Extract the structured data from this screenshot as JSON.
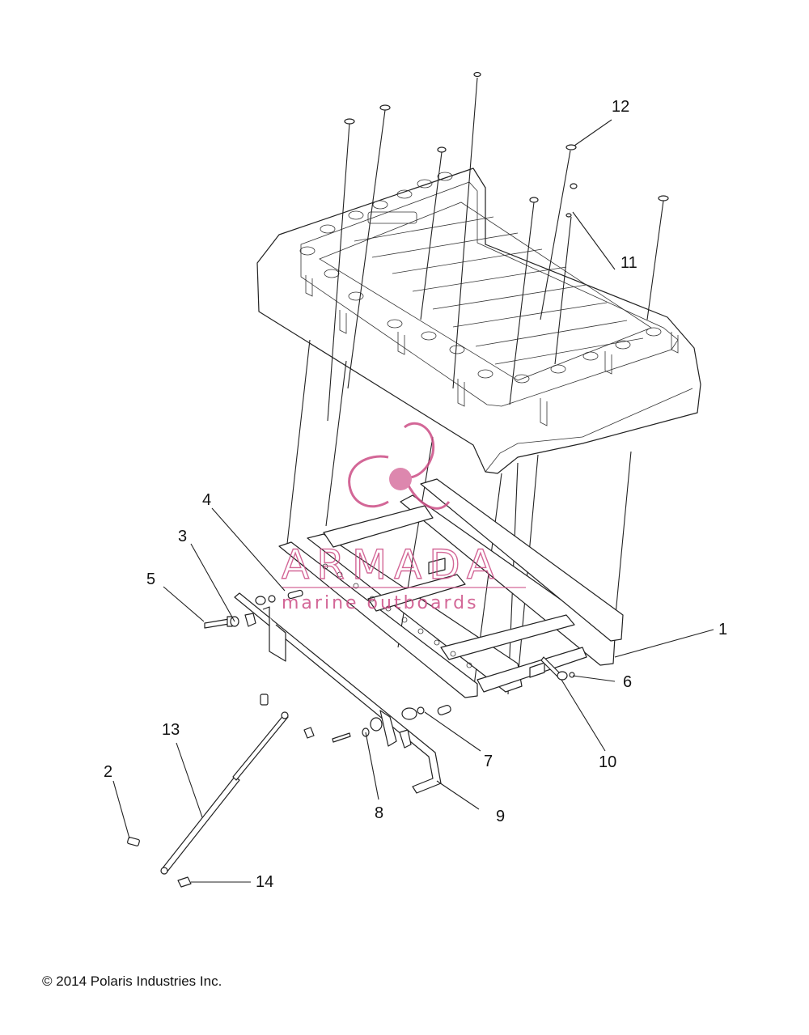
{
  "callouts": [
    "1",
    "2",
    "3",
    "4",
    "5",
    "6",
    "7",
    "8",
    "9",
    "10",
    "11",
    "12",
    "13",
    "14"
  ],
  "watermark": {
    "brand": "ARMADA",
    "tagline": "marine outboards",
    "color": "#cc4d85"
  },
  "copyright": "© 2014 Polaris Industries Inc."
}
